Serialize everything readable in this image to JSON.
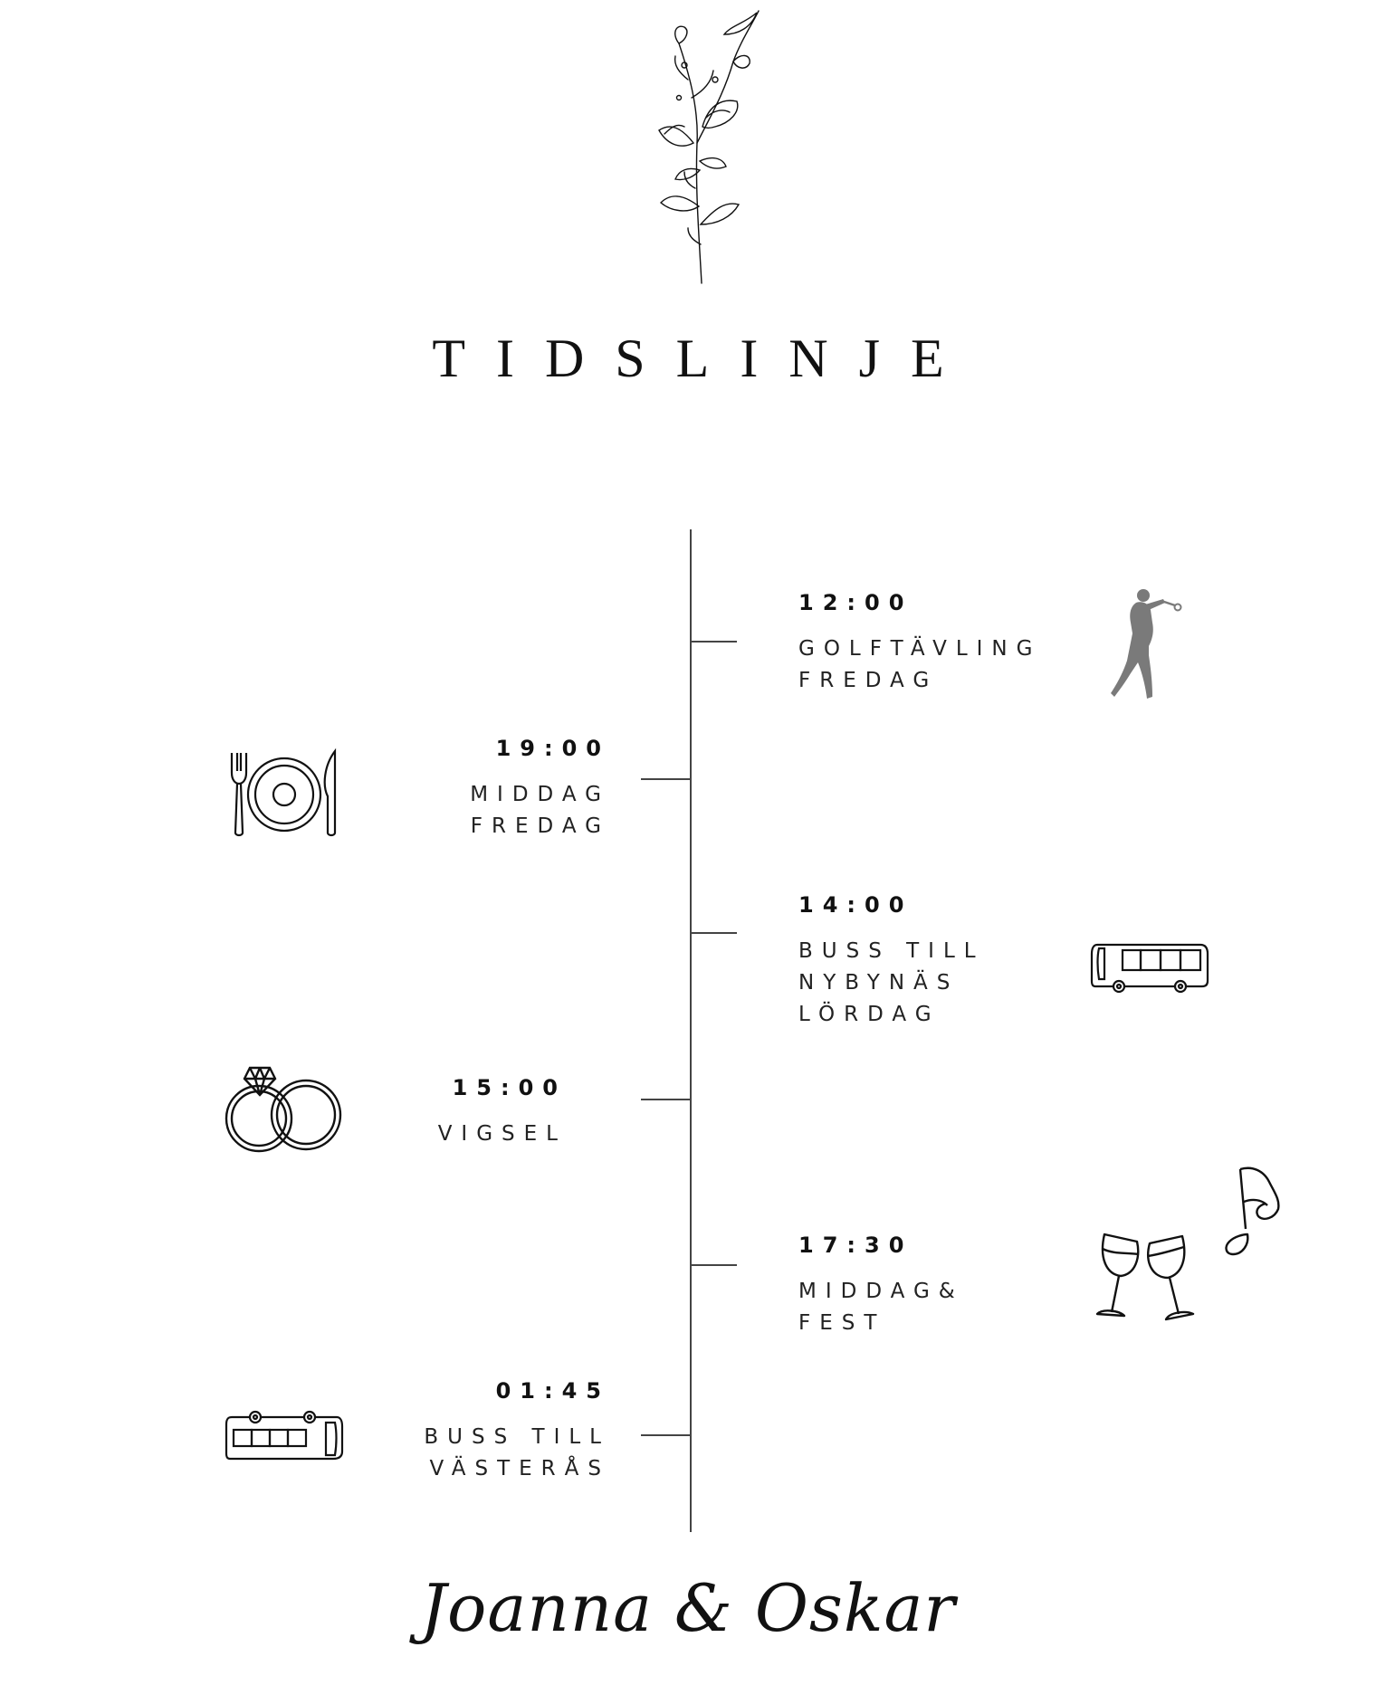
{
  "title": "TIDSLINJE",
  "signature": "Joanna & Oskar",
  "events": {
    "golf": {
      "time": "12:00",
      "lines": [
        "GOLFTÄVLING",
        "FREDAG"
      ],
      "icon": "golfer-icon"
    },
    "dinner_fri": {
      "time": "19:00",
      "lines": [
        "MIDDAG",
        "FREDAG"
      ],
      "icon": "plate-cutlery-icon"
    },
    "bus_nybynas": {
      "time": "14:00",
      "lines": [
        "BUSS TILL",
        "NYBYNÄS",
        "LÖRDAG"
      ],
      "icon": "bus-icon"
    },
    "ceremony": {
      "time": "15:00",
      "lines": [
        "VIGSEL"
      ],
      "icon": "wedding-rings-icon"
    },
    "party": {
      "time": "17:30",
      "lines": [
        "MIDDAG&",
        "FEST"
      ],
      "icon": "wine-glasses-icon"
    },
    "bus_vasteras": {
      "time": "01:45",
      "lines": [
        "BUSS TILL",
        "VÄSTERÅS"
      ],
      "icon": "bus-icon"
    }
  },
  "colors": {
    "ink": "#111111",
    "line": "#444444",
    "golfer": "#7a7a7a"
  }
}
